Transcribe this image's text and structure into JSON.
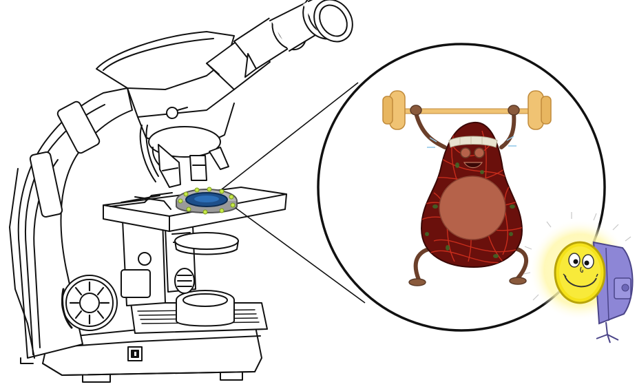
{
  "illustration": {
    "subjects": [
      "microscope",
      "magnified-view",
      "avocado-cell-weightlifter",
      "smiling-lamp"
    ],
    "colors": {
      "outline": "#111111",
      "background": "#ffffff",
      "stage_ring": "#9a9a9a",
      "ring_lights": "#c6e84a",
      "dish_blue": "#1e4f8a",
      "avocado_body": "#7a1410",
      "avocado_fiber": "#d4311f",
      "avocado_seed": "#b5624a",
      "headband": "#e8e3d0",
      "barbell_plate": "#f0c373",
      "lamp_glow": "#fff7a8",
      "lamp_face": "#f5e21a",
      "lamp_housing": "#8d86d6"
    }
  }
}
